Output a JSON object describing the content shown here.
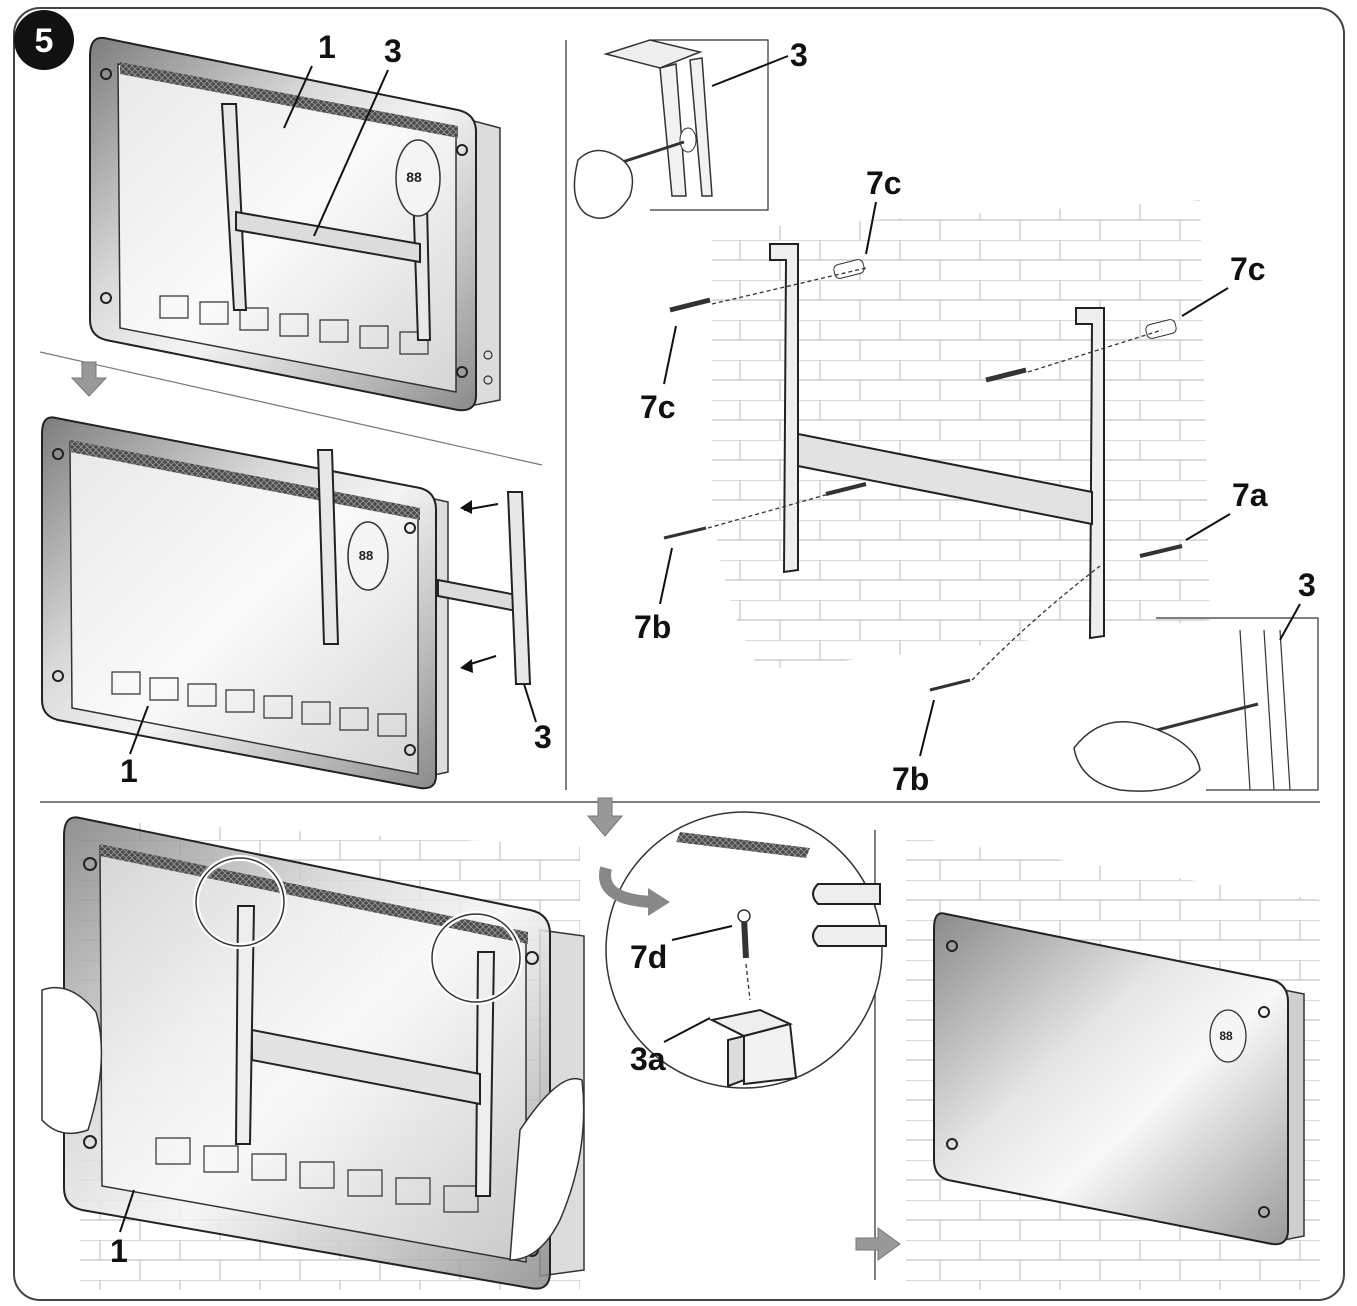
{
  "step": {
    "number": "5"
  },
  "panels": {
    "heater_back": {
      "label_panel": "1",
      "label_bracket": "3"
    },
    "heater_detach": {
      "label_panel": "1",
      "label_bracket": "3"
    },
    "wall_mount": {
      "label_bracket_detail": "3",
      "label_bracket_detail_2": "3",
      "label_plug_top_left": "7c",
      "label_plug_top_right": "7c",
      "label_screw_left": "7c",
      "label_anchor_right": "7a",
      "label_screw_bottom_left": "7b",
      "label_screw_bottom": "7b"
    },
    "hang_heater": {
      "label_panel": "1"
    },
    "detail_fix": {
      "label_screw": "7d",
      "label_hook": "3a"
    },
    "mounted": {}
  },
  "display_glyph": "88",
  "icons": [
    "down-arrow-icon",
    "right-arrow-icon",
    "rotate-arrow-icon"
  ]
}
